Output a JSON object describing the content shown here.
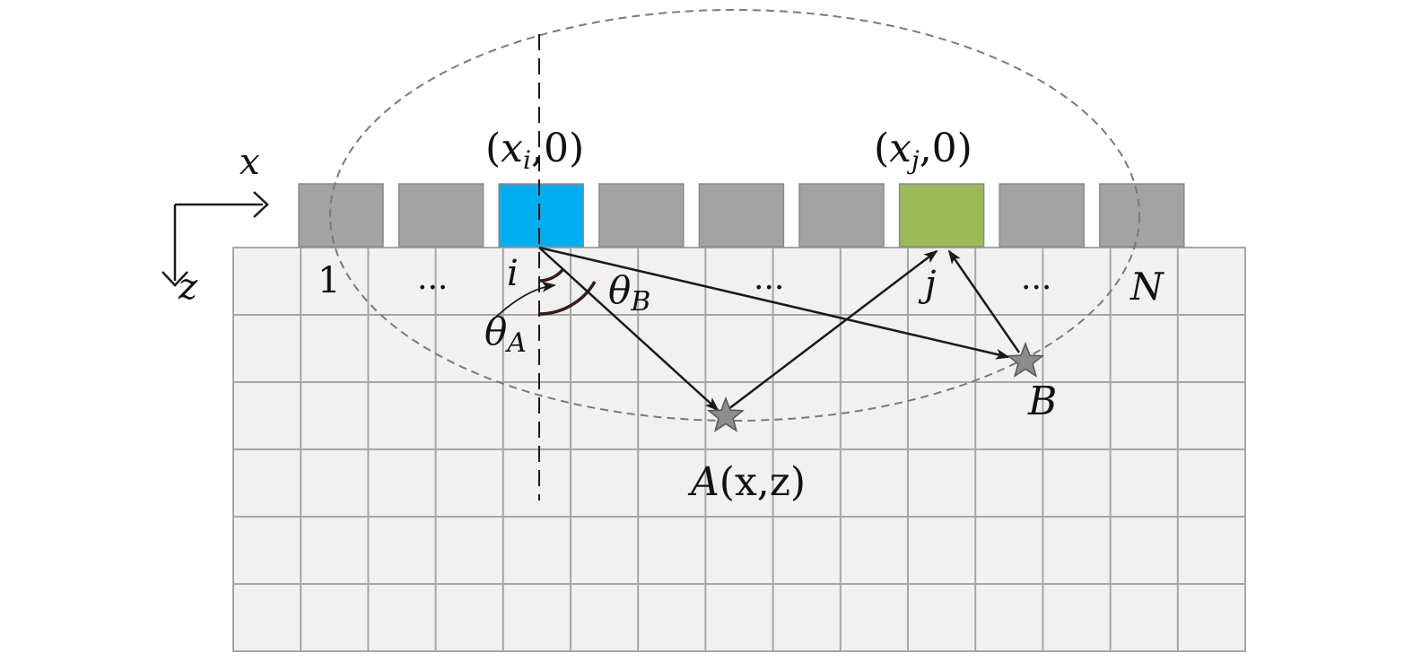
{
  "colors": {
    "element_gray": "#a3a3a3",
    "element_active_tx": "#00aeef",
    "element_active_rx": "#9bbb59",
    "grid_fill": "#f1f1f1",
    "grid_line": "#a6a6a6",
    "arrow": "#1a1a1a",
    "arc": "#3a1a14",
    "star_fill": "#8c8c8c",
    "ellipse": "#7a7a7a"
  },
  "axes": {
    "x_label": "x",
    "z_label": "z"
  },
  "coords": {
    "tx": {
      "open": "(",
      "var": "x",
      "sub": "i",
      "tail": ",0)"
    },
    "rx": {
      "open": "(",
      "var": "x",
      "sub": "j",
      "tail": ",0)"
    }
  },
  "element_labels": {
    "first": "1",
    "dots1": "...",
    "i": "i",
    "dots2": "...",
    "j": "j",
    "dots3": "...",
    "n": "N"
  },
  "angles": {
    "theta_a": {
      "sym": "θ",
      "sub": "A"
    },
    "theta_b": {
      "sym": "θ",
      "sub": "B"
    }
  },
  "points": {
    "a": {
      "name": "A",
      "args": "(x,z)"
    },
    "b": {
      "name": "B"
    }
  },
  "array": {
    "element_count": 9,
    "tx_index": 2,
    "rx_index": 6,
    "icons": [
      "star-icon",
      "arrow-icon"
    ]
  }
}
